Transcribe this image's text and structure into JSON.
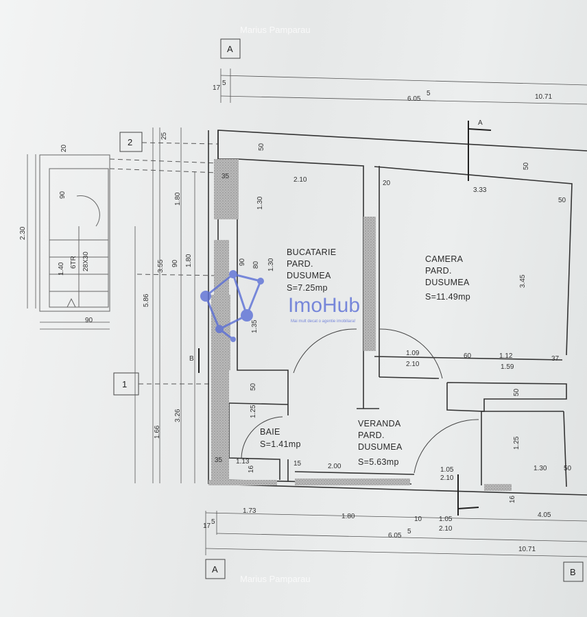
{
  "watermark": {
    "top": "Marius Pamparau",
    "bottom": "Marius Pamparau"
  },
  "logo": {
    "name": "ImoHub",
    "tagline": "Mai mult decat o agentie imobiliara!",
    "color": "#5b6fd6"
  },
  "axes": {
    "a_top": "A",
    "a_bottom": "A",
    "b_bottom": "B",
    "two": "2",
    "one": "1"
  },
  "section_marks": {
    "a": "A",
    "b": "B"
  },
  "rooms": {
    "bucatarie": {
      "name": "BUCATARIE",
      "floor": "PARD.",
      "finish": "DUSUMEA",
      "area": "S=7.25mp"
    },
    "camera": {
      "name": "CAMERA",
      "floor": "PARD.",
      "finish": "DUSUMEA",
      "area": "S=11.49mp"
    },
    "veranda": {
      "name": "VERANDA",
      "floor": "PARD.",
      "finish": "DUSUMEA",
      "area": "S=5.63mp"
    },
    "baie": {
      "name": "BAIE",
      "area": "S=1.41mp"
    }
  },
  "dims": {
    "top_17": "17",
    "top_5a": "5",
    "top_605": "6.05",
    "top_5b": "5",
    "top_1071": "10.71",
    "d25": "25",
    "d50_top": "50",
    "d35_top": "35",
    "d210_kit": "2.10",
    "d20": "20",
    "d333": "3.33",
    "d50_cam_r": "50",
    "d50_cam_top": "50",
    "d130_kit": "1.30",
    "d130_kit2": "1.30",
    "d90_kit": "90",
    "d80_kit": "80",
    "d135": "1.35",
    "d345": "3.45",
    "d109": "1.09",
    "d60": "60",
    "d112": "1.12",
    "d37": "37",
    "d210_mid": "2.10",
    "d159": "1.59",
    "d50_mid": "50",
    "d50_right": "50",
    "d125_baie": "1.25",
    "d125_r": "1.25",
    "d35_bot": "35",
    "d113": "1.13",
    "d16_left": "16",
    "d15": "15",
    "d200": "2.00",
    "d105_a": "1.05",
    "d210_door": "2.10",
    "d130_r": "1.30",
    "d50_r2": "50",
    "d16_right": "16",
    "bot_173": "1.73",
    "bot_180": "1.80",
    "bot_10": "10",
    "bot_105": "1.05",
    "bot_405": "4.05",
    "bot_17": "17",
    "bot_5a": "5",
    "bot_210": "2.10",
    "bot_605": "6.05",
    "bot_5b": "5",
    "bot_1071": "10.71",
    "v20": "20",
    "v90": "90",
    "v230": "2.30",
    "v140": "1.40",
    "v6tr": "6TR",
    "v28x30": "28X30",
    "v90_bot": "90",
    "v586": "5.86",
    "v326": "3.26",
    "v166": "1.66",
    "v355": "3.55",
    "v180": "1.80",
    "v90b": "90",
    "v180b": "1.80"
  }
}
